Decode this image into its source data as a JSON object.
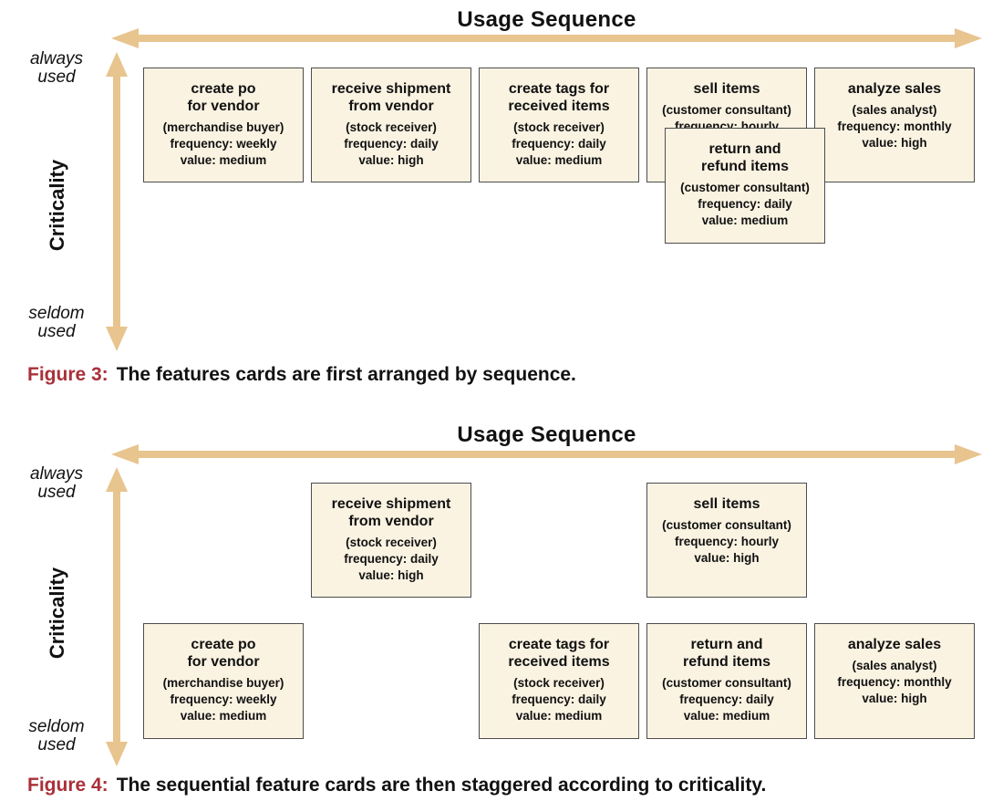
{
  "figure3": {
    "axis_title": "Usage Sequence",
    "y_axis_label": "Criticality",
    "y_top_label": "always\nused",
    "y_bottom_label": "seldom\nused",
    "caption_label": "Figure 3:",
    "caption_text": "The features cards are first arranged by sequence."
  },
  "figure4": {
    "axis_title": "Usage Sequence",
    "y_axis_label": "Criticality",
    "y_top_label": "always\nused",
    "y_bottom_label": "seldom\nused",
    "caption_label": "Figure 4:",
    "caption_text": "The sequential feature cards are then staggered according to criticality."
  },
  "features": {
    "create_po": {
      "title": "create po\nfor vendor",
      "role": "(merchandise buyer)",
      "frequency": "frequency: weekly",
      "value": "value: medium"
    },
    "receive_shipment": {
      "title": "receive shipment\nfrom vendor",
      "role": "(stock receiver)",
      "frequency": "frequency: daily",
      "value": "value: high"
    },
    "create_tags": {
      "title": "create tags for\nreceived items",
      "role": "(stock receiver)",
      "frequency": "frequency: daily",
      "value": "value: medium"
    },
    "sell_items": {
      "title": "sell items",
      "role": "(customer consultant)",
      "frequency": "frequency: hourly",
      "value": "value: high"
    },
    "analyze_sales": {
      "title": "analyze sales",
      "role": "(sales analyst)",
      "frequency": "frequency: monthly",
      "value": "value: high"
    },
    "return_refund": {
      "title": "return and\nrefund items",
      "role": "(customer consultant)",
      "frequency": "frequency: daily",
      "value": "value: medium"
    }
  },
  "colors": {
    "arrow": "#e8c48e",
    "card_bg": "#faf3e2",
    "card_border": "#4d4d4d",
    "caption_red": "#a93039"
  }
}
